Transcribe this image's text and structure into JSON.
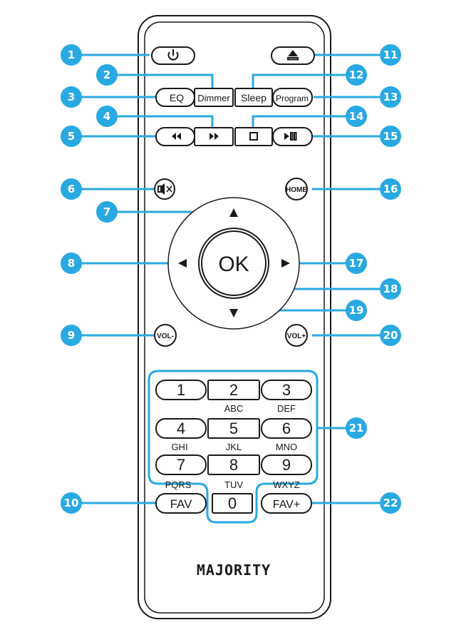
{
  "buttons": {
    "power_icon": "power-icon",
    "eject_icon": "eject-icon",
    "eq": "EQ",
    "dimmer": "Dimmer",
    "sleep": "Sleep",
    "program": "Program",
    "rewind_icon": "rewind-icon",
    "fast_forward_icon": "fast-forward-icon",
    "stop_icon": "stop-icon",
    "play_pause_icon": "play-pause-icon",
    "mute_icon": "mute-icon",
    "home": "HOME",
    "ok": "OK",
    "vol_minus": "VOL-",
    "vol_plus": "VOL+",
    "fav": "FAV",
    "fav_plus": "FAV+"
  },
  "keypad": {
    "digits": [
      "1",
      "2",
      "3",
      "4",
      "5",
      "6",
      "7",
      "8",
      "9",
      "0"
    ],
    "letters": {
      "abc": "ABC",
      "def": "DEF",
      "ghi": "GHI",
      "jkl": "JKL",
      "mno": "MNO",
      "pqrs": "PQRS",
      "tuv": "TUV",
      "wxyz": "WXYZ"
    }
  },
  "brand": "MAJORITY",
  "callouts": [
    "1",
    "2",
    "3",
    "4",
    "5",
    "6",
    "7",
    "8",
    "9",
    "10",
    "11",
    "12",
    "13",
    "14",
    "15",
    "16",
    "17",
    "18",
    "19",
    "20",
    "21",
    "22"
  ],
  "colors": {
    "callout": "#29a9e1",
    "outline": "#1a1a1a",
    "background": "#ffffff"
  }
}
